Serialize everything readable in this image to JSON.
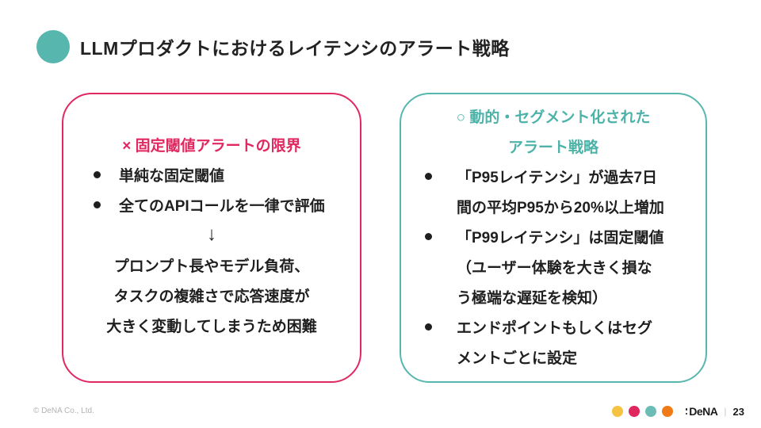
{
  "title": {
    "text": "LLMプロダクトにおけるレイテンシのアラート戦略"
  },
  "left_card": {
    "header": "× 固定閾値アラートの限界",
    "bullets": [
      "単純な固定閾値",
      "全てのAPIコールを一律で評価"
    ],
    "arrow": "↓",
    "conclusion": [
      "プロンプト長やモデル負荷、",
      "タスクの複雑さで応答速度が",
      "大きく変動してしまうため困難"
    ]
  },
  "right_card": {
    "header": [
      "○ 動的・セグメント化された",
      "アラート戦略"
    ],
    "bullets": [
      [
        "「P95レイテンシ」が過去7日",
        "間の平均P95から20%以上増加"
      ],
      [
        "「P99レイテンシ」は固定閾値",
        "（ユーザー体験を大きく損な",
        "う極端な遅延を検知）"
      ],
      [
        "エンドポイントもしくはセグ",
        "メントごとに設定"
      ]
    ]
  },
  "footer": {
    "copyright": "© DeNA Co., Ltd.",
    "logo": "DeNA",
    "separator": "|",
    "page_number": "23"
  },
  "colors": {
    "accent_teal": "#57b7ae",
    "accent_pink": "#e12860",
    "text": "#1f1f1f",
    "brand_dot_yellow": "#f5c242",
    "brand_dot_pink": "#e0265e",
    "brand_dot_teal": "#6cbdb5",
    "brand_dot_orange": "#ef7a16"
  }
}
